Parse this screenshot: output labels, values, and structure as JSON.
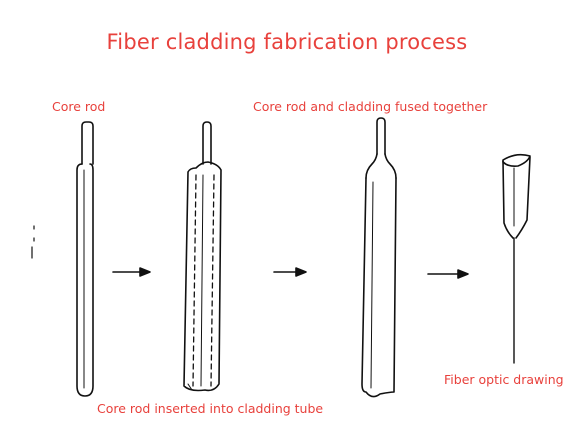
{
  "title": "Fiber cladding fabrication process",
  "labels": {
    "core_rod": "Core rod",
    "fused": "Core rod and cladding fused together",
    "inserted": "Core rod inserted into cladding tube",
    "drawing": "Fiber optic drawing"
  },
  "colors": {
    "label_red": "#e8413c",
    "line": "#111111"
  }
}
